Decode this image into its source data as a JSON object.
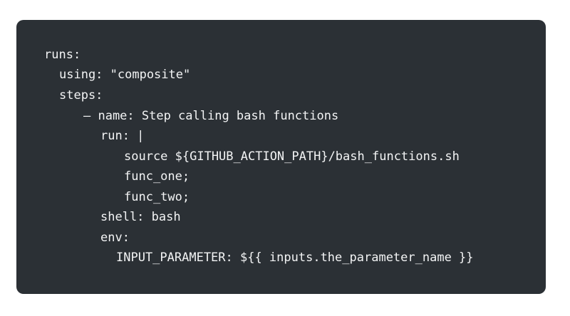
{
  "code": {
    "lines": [
      "runs:",
      "using: \"composite\"",
      "steps:",
      "– name: Step calling bash functions",
      "run: |",
      "source ${GITHUB_ACTION_PATH}/bash_functions.sh",
      "func_one;",
      "func_two;",
      "shell: bash",
      "env:",
      "INPUT_PARAMETER: ${{ inputs.the_parameter_name }}"
    ]
  },
  "colors": {
    "page_background": "#ffffff",
    "code_background": "#2b3035",
    "code_text": "#f3f4f5"
  }
}
